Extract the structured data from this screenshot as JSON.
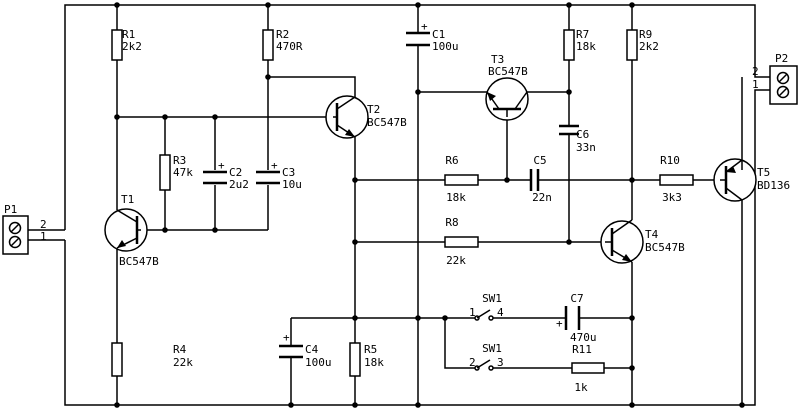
{
  "components": {
    "P1": {
      "ref": "P1",
      "pin2": "2",
      "pin1": "1"
    },
    "P2": {
      "ref": "P2",
      "pin2": "2",
      "pin1": "1"
    },
    "R1": {
      "ref": "R1",
      "value": "2k2"
    },
    "R2": {
      "ref": "R2",
      "value": "470R"
    },
    "R3": {
      "ref": "R3",
      "value": "47k"
    },
    "R4": {
      "ref": "R4",
      "value": "22k"
    },
    "R5": {
      "ref": "R5",
      "value": "18k"
    },
    "R6": {
      "ref": "R6",
      "value": "18k"
    },
    "R7": {
      "ref": "R7",
      "value": "18k"
    },
    "R8": {
      "ref": "R8",
      "value": "22k"
    },
    "R9": {
      "ref": "R9",
      "value": "2k2"
    },
    "R10": {
      "ref": "R10",
      "value": "3k3"
    },
    "R11": {
      "ref": "R11",
      "value": "1k"
    },
    "C1": {
      "ref": "C1",
      "value": "100u"
    },
    "C2": {
      "ref": "C2",
      "value": "2u2"
    },
    "C3": {
      "ref": "C3",
      "value": "10u"
    },
    "C4": {
      "ref": "C4",
      "value": "100u"
    },
    "C5": {
      "ref": "C5",
      "value": "22n"
    },
    "C6": {
      "ref": "C6",
      "value": "33n"
    },
    "C7": {
      "ref": "C7",
      "value": "470u"
    },
    "T1": {
      "ref": "T1",
      "value": "BC547B"
    },
    "T2": {
      "ref": "T2",
      "value": "BC547B"
    },
    "T3": {
      "ref": "T3",
      "value": "BC547B"
    },
    "T4": {
      "ref": "T4",
      "value": "BC547B"
    },
    "T5": {
      "ref": "T5",
      "value": "BD136"
    },
    "SW1a": {
      "ref": "SW1",
      "pinA": "1",
      "pinB": "4"
    },
    "SW1b": {
      "ref": "SW1",
      "pinA": "2",
      "pinB": "3"
    }
  },
  "polarity_mark": "+"
}
